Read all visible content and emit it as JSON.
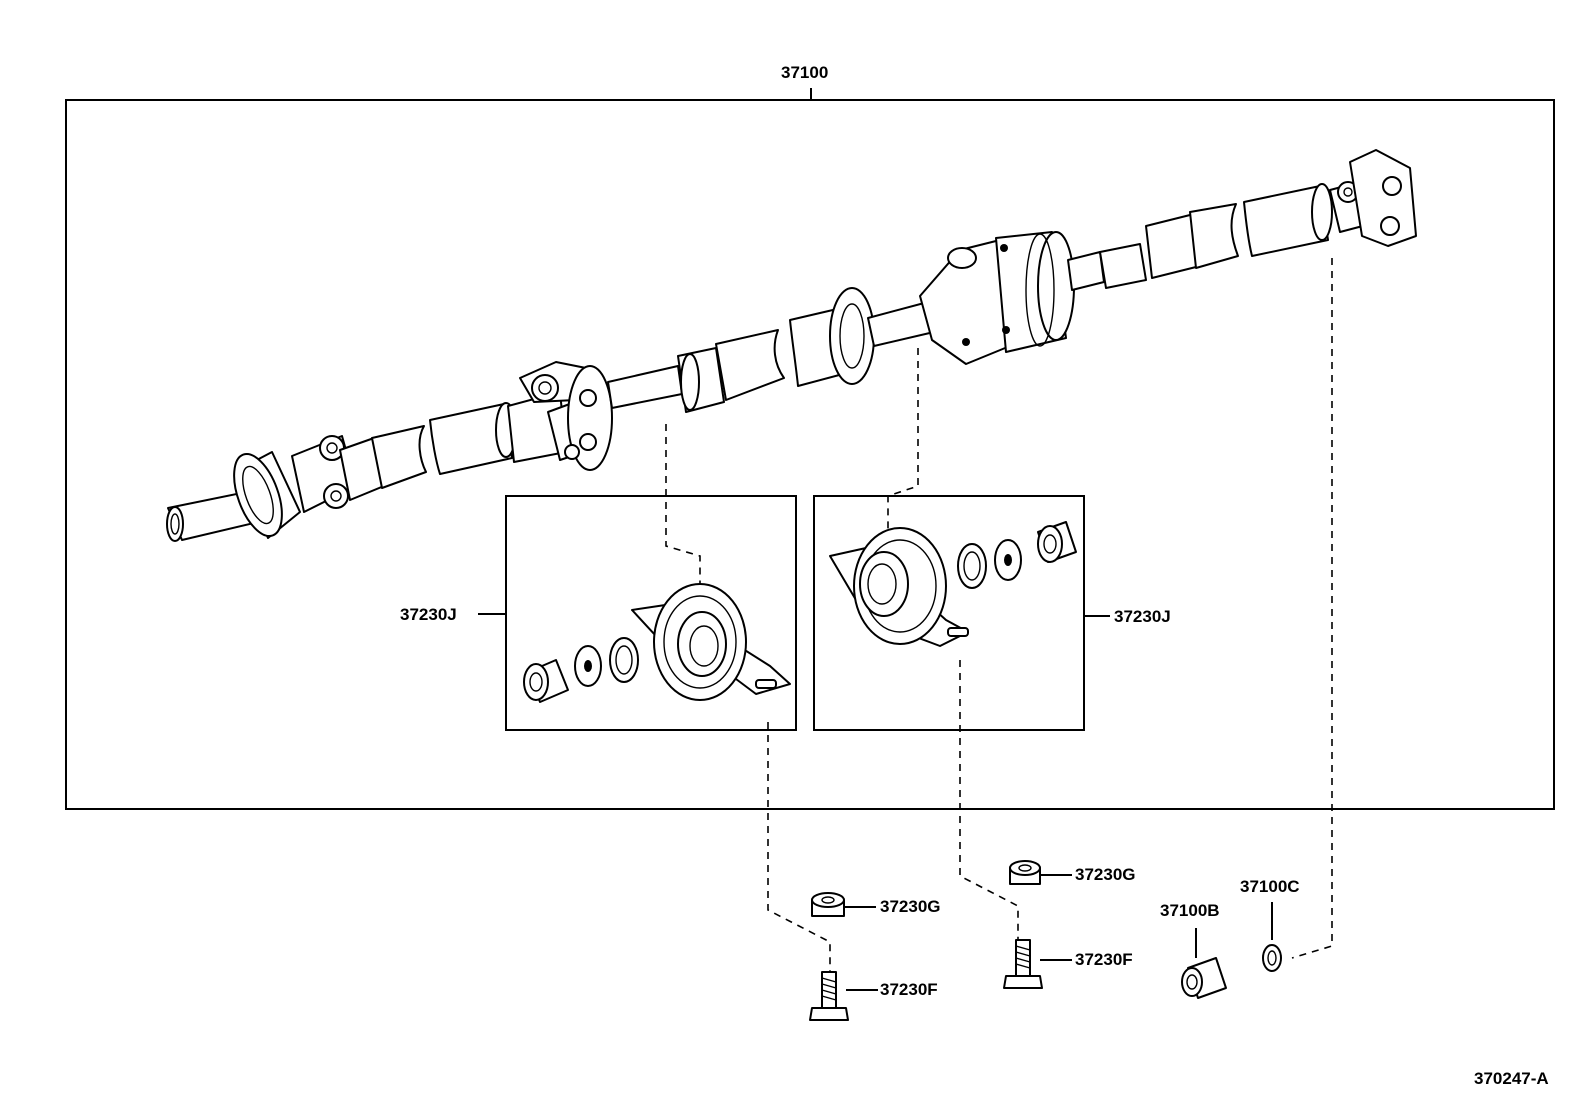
{
  "labels": {
    "assembly": "37100",
    "bearing_left": "37230J",
    "bearing_right": "37230J",
    "cushion_left": "37230G",
    "bolt_left": "37230F",
    "cushion_right": "37230G",
    "bolt_right": "37230F",
    "sleeve": "37100B",
    "clip": "37100C",
    "figure_code": "370247-A"
  }
}
